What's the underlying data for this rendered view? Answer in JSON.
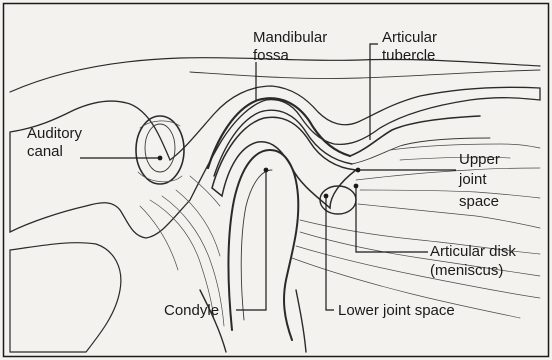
{
  "labels": {
    "mandibular_fossa_line1": "Mandibular",
    "mandibular_fossa_line2": "fossa",
    "articular_tubercle_line1": "Articular",
    "articular_tubercle_line2": "tubercle",
    "auditory_canal_line1": "Auditory",
    "auditory_canal_line2": "canal",
    "upper_joint_space_line1": "Upper",
    "upper_joint_space_line2": "joint",
    "upper_joint_space_line3": "space",
    "articular_disk_line1": "Articular disk",
    "articular_disk_line2": "(meniscus)",
    "condyle": "Condyle",
    "lower_joint_space": "Lower joint space"
  },
  "colors": {
    "background": "#f4f2ee",
    "frame": "#1a1a1a",
    "ink": "#2a2a2a",
    "bone_shade": "#d9d5cd"
  }
}
